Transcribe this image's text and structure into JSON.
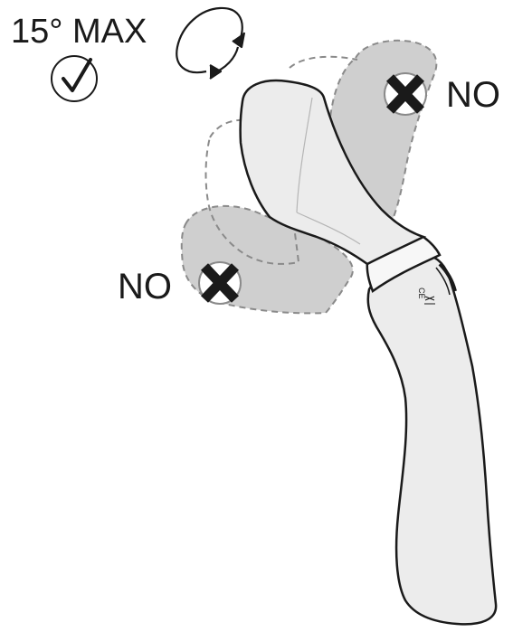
{
  "labels": {
    "max_rotation": "15° MAX",
    "no_right": "NO",
    "no_left": "NO"
  },
  "icons": {
    "rotation": "rotation-arrow-icon",
    "allowed": "check-circle-icon",
    "forbidden": "x-circle-icon"
  },
  "colors": {
    "outline": "#1a1a1a",
    "device_fill": "#ececec",
    "ghost_fill": "#cfcfcf",
    "ghost_stroke": "#8a8a8a",
    "background": "#ffffff"
  }
}
